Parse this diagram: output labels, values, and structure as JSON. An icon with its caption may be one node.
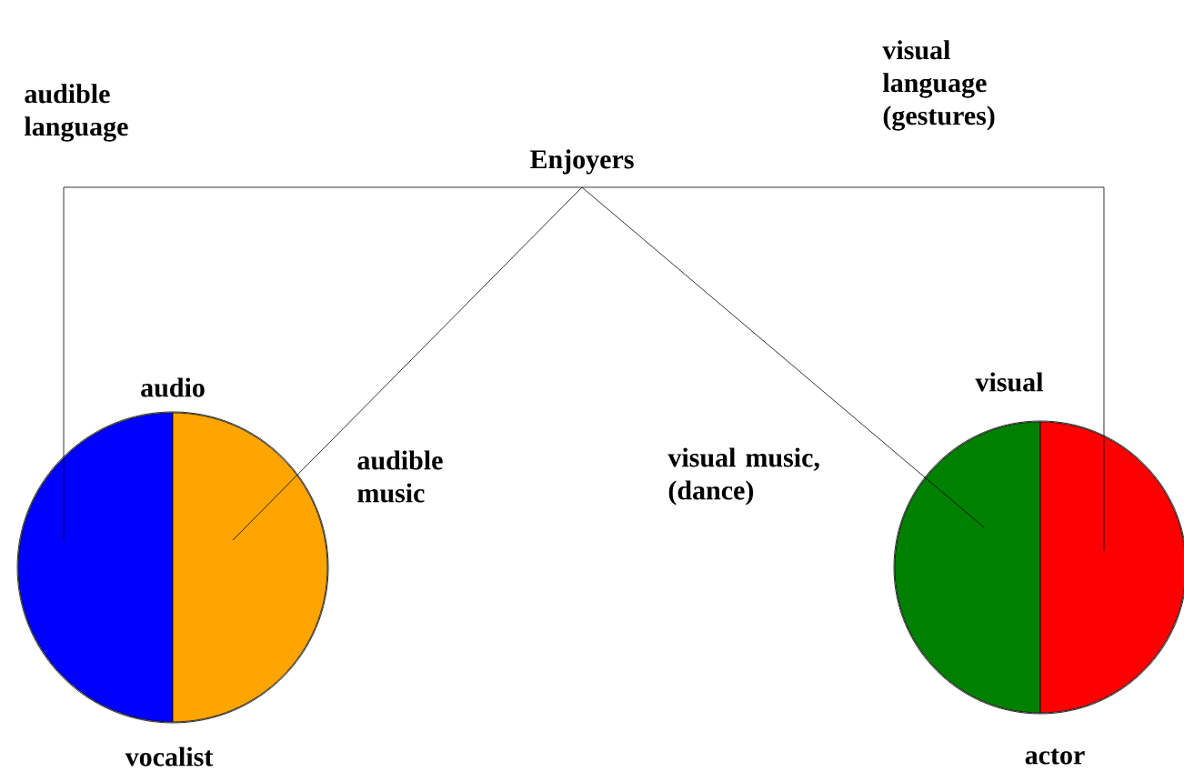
{
  "diagram": {
    "nodes": [
      {
        "text": [
          "Enjoyers"
        ]
      },
      {
        "text": [
          "audio"
        ],
        "beside": [
          "vocalist"
        ]
      },
      {
        "text": [],
        "shape": "semicircle",
        "in": 1
      },
      {
        "text": [],
        "shape": "semicircle",
        "in": 1
      },
      {
        "text": [
          "visual"
        ],
        "beside": [
          "actor"
        ]
      },
      {
        "text": [],
        "shape": "semicircle",
        "in": 4
      },
      {
        "text": [],
        "shape": "semicircle",
        "in": 4
      }
    ],
    "edges": [
      {
        "from": 0,
        "to": 2,
        "arrow": "none",
        "label": "audible language"
      },
      {
        "from": 0,
        "to": 3,
        "arrow": "none",
        "label": "audible music"
      },
      {
        "from": 0,
        "to": 5,
        "arrow": "none",
        "label": "visual music, (dance)"
      },
      {
        "from": 0,
        "to": 6,
        "arrow": "none",
        "label": "visual language (gestures)"
      }
    ]
  }
}
